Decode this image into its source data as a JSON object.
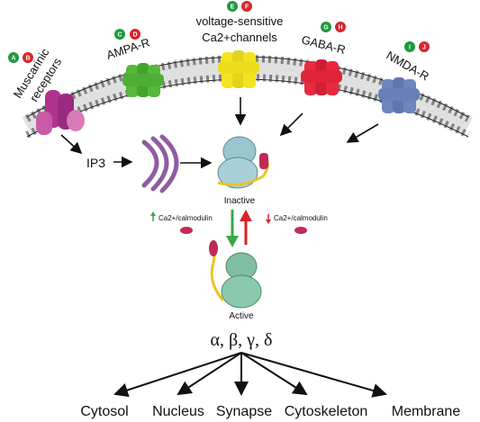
{
  "receptors": [
    {
      "label_lines": [
        "Muscarinic",
        "receptors"
      ],
      "badges": [
        "A",
        "B"
      ]
    },
    {
      "label_lines": [
        "AMPA-R"
      ],
      "badges": [
        "C",
        "D"
      ]
    },
    {
      "label_lines": [
        "voltage-sensitive",
        "Ca2+channels"
      ],
      "badges": [
        "E",
        "F"
      ]
    },
    {
      "label_lines": [
        "GABA-R"
      ],
      "badges": [
        "G",
        "H"
      ]
    },
    {
      "label_lines": [
        "NMDA-R"
      ],
      "badges": [
        "I",
        "J"
      ]
    }
  ],
  "colors": {
    "badge_green": "#1f9a3e",
    "badge_red": "#d6262c",
    "muscarinic": "#b1338f",
    "ampa": "#55b93a",
    "vscc": "#f4e41f",
    "gaba": "#e8283e",
    "nmda": "#6d86bd",
    "er": "#8e5da0",
    "kinase": "#9cc6cf",
    "kinase_active": "#7fbea0",
    "arrow_up": "#37a845",
    "arrow_down": "#d8232a"
  },
  "pathway": {
    "ip3": "IP3",
    "inactive": "Inactive",
    "active": "Active",
    "up_label": "Ca2+/calmodulin",
    "down_label": "Ca2+/calmodulin"
  },
  "isoforms": "α, β, γ, δ",
  "locations": [
    "Cytosol",
    "Nucleus",
    "Synapse",
    "Cytoskeleton",
    "Membrane"
  ]
}
